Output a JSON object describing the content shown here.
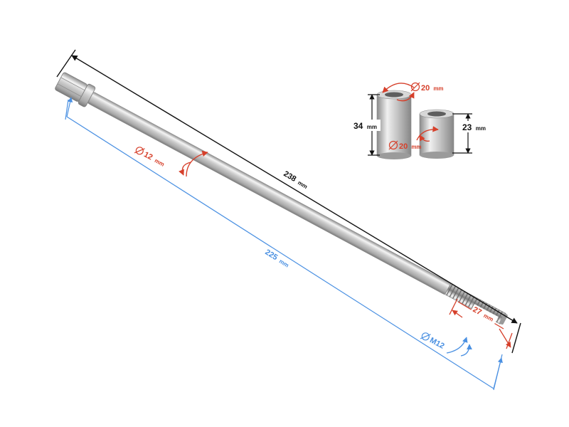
{
  "colors": {
    "overall": "#111111",
    "shaft_length": "#4a90e2",
    "diameter": "#d6402b",
    "metal_light": "#f2f2f2",
    "metal_mid": "#c9c9c9",
    "metal_dark": "#8d8d8d"
  },
  "unit": "mm",
  "dimensions": {
    "overall_length": {
      "value": "238",
      "unit": "mm"
    },
    "shaft_length": {
      "value": "225",
      "unit": "mm"
    },
    "shaft_diameter": {
      "value": "12",
      "unit": "mm"
    },
    "thread_length": {
      "value": "27",
      "unit": "mm"
    },
    "thread_size": {
      "value": "M12"
    },
    "spacer_large": {
      "height": {
        "value": "34",
        "unit": "mm"
      },
      "diameter": {
        "value": "20",
        "unit": "mm"
      }
    },
    "spacer_small": {
      "height": {
        "value": "23",
        "unit": "mm"
      },
      "diameter": {
        "value": "20",
        "unit": "mm"
      }
    }
  },
  "icons": {
    "diameter_symbol": "diameter-icon"
  }
}
